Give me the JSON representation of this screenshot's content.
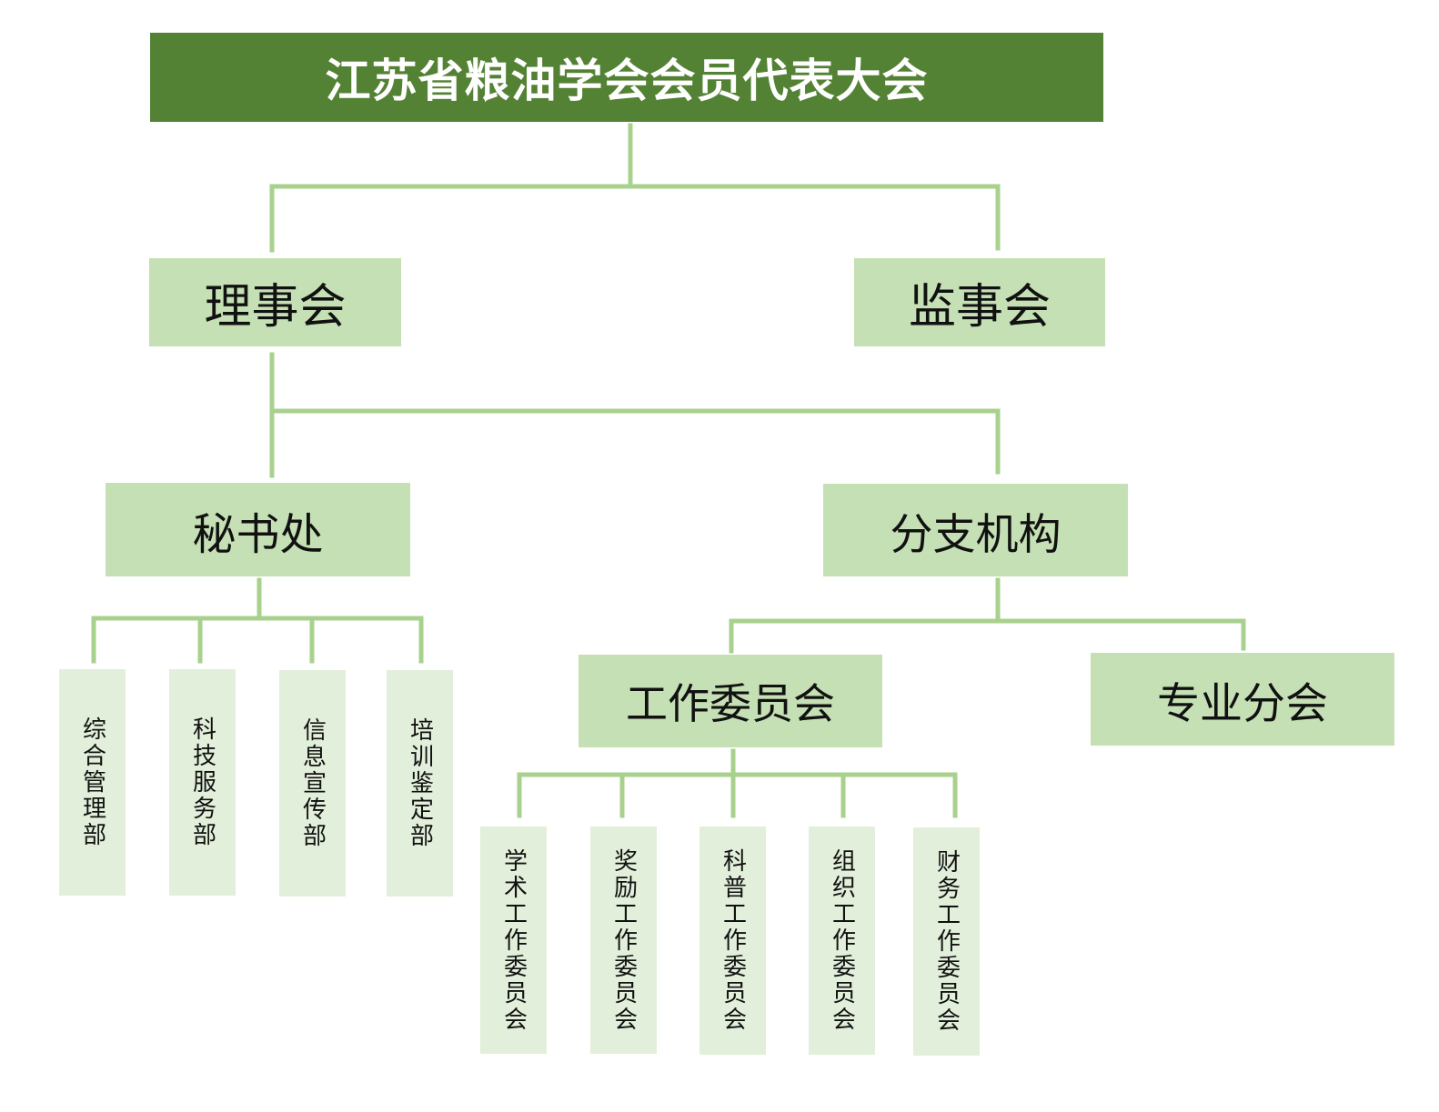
{
  "org": {
    "root": "江苏省粮油学会会员代表大会",
    "board": "理事会",
    "supervisory_board": "监事会",
    "secretariat": {
      "label": "秘书处",
      "departments": [
        "综合管理部",
        "科技服务部",
        "信息宣传部",
        "培训鉴定部"
      ]
    },
    "branches": {
      "label": "分支机构",
      "work_committees": {
        "label": "工作委员会",
        "items": [
          "学术工作委员会",
          "奖励工作委员会",
          "科普工作委员会",
          "组织工作委员会",
          "财务工作委员会"
        ]
      },
      "professional_branches": "专业分会"
    }
  },
  "colors": {
    "root_fill": "#548235",
    "node_fill": "#c5e0b4",
    "leaf_fill": "#e2efda",
    "connector": "#a9d18e"
  }
}
